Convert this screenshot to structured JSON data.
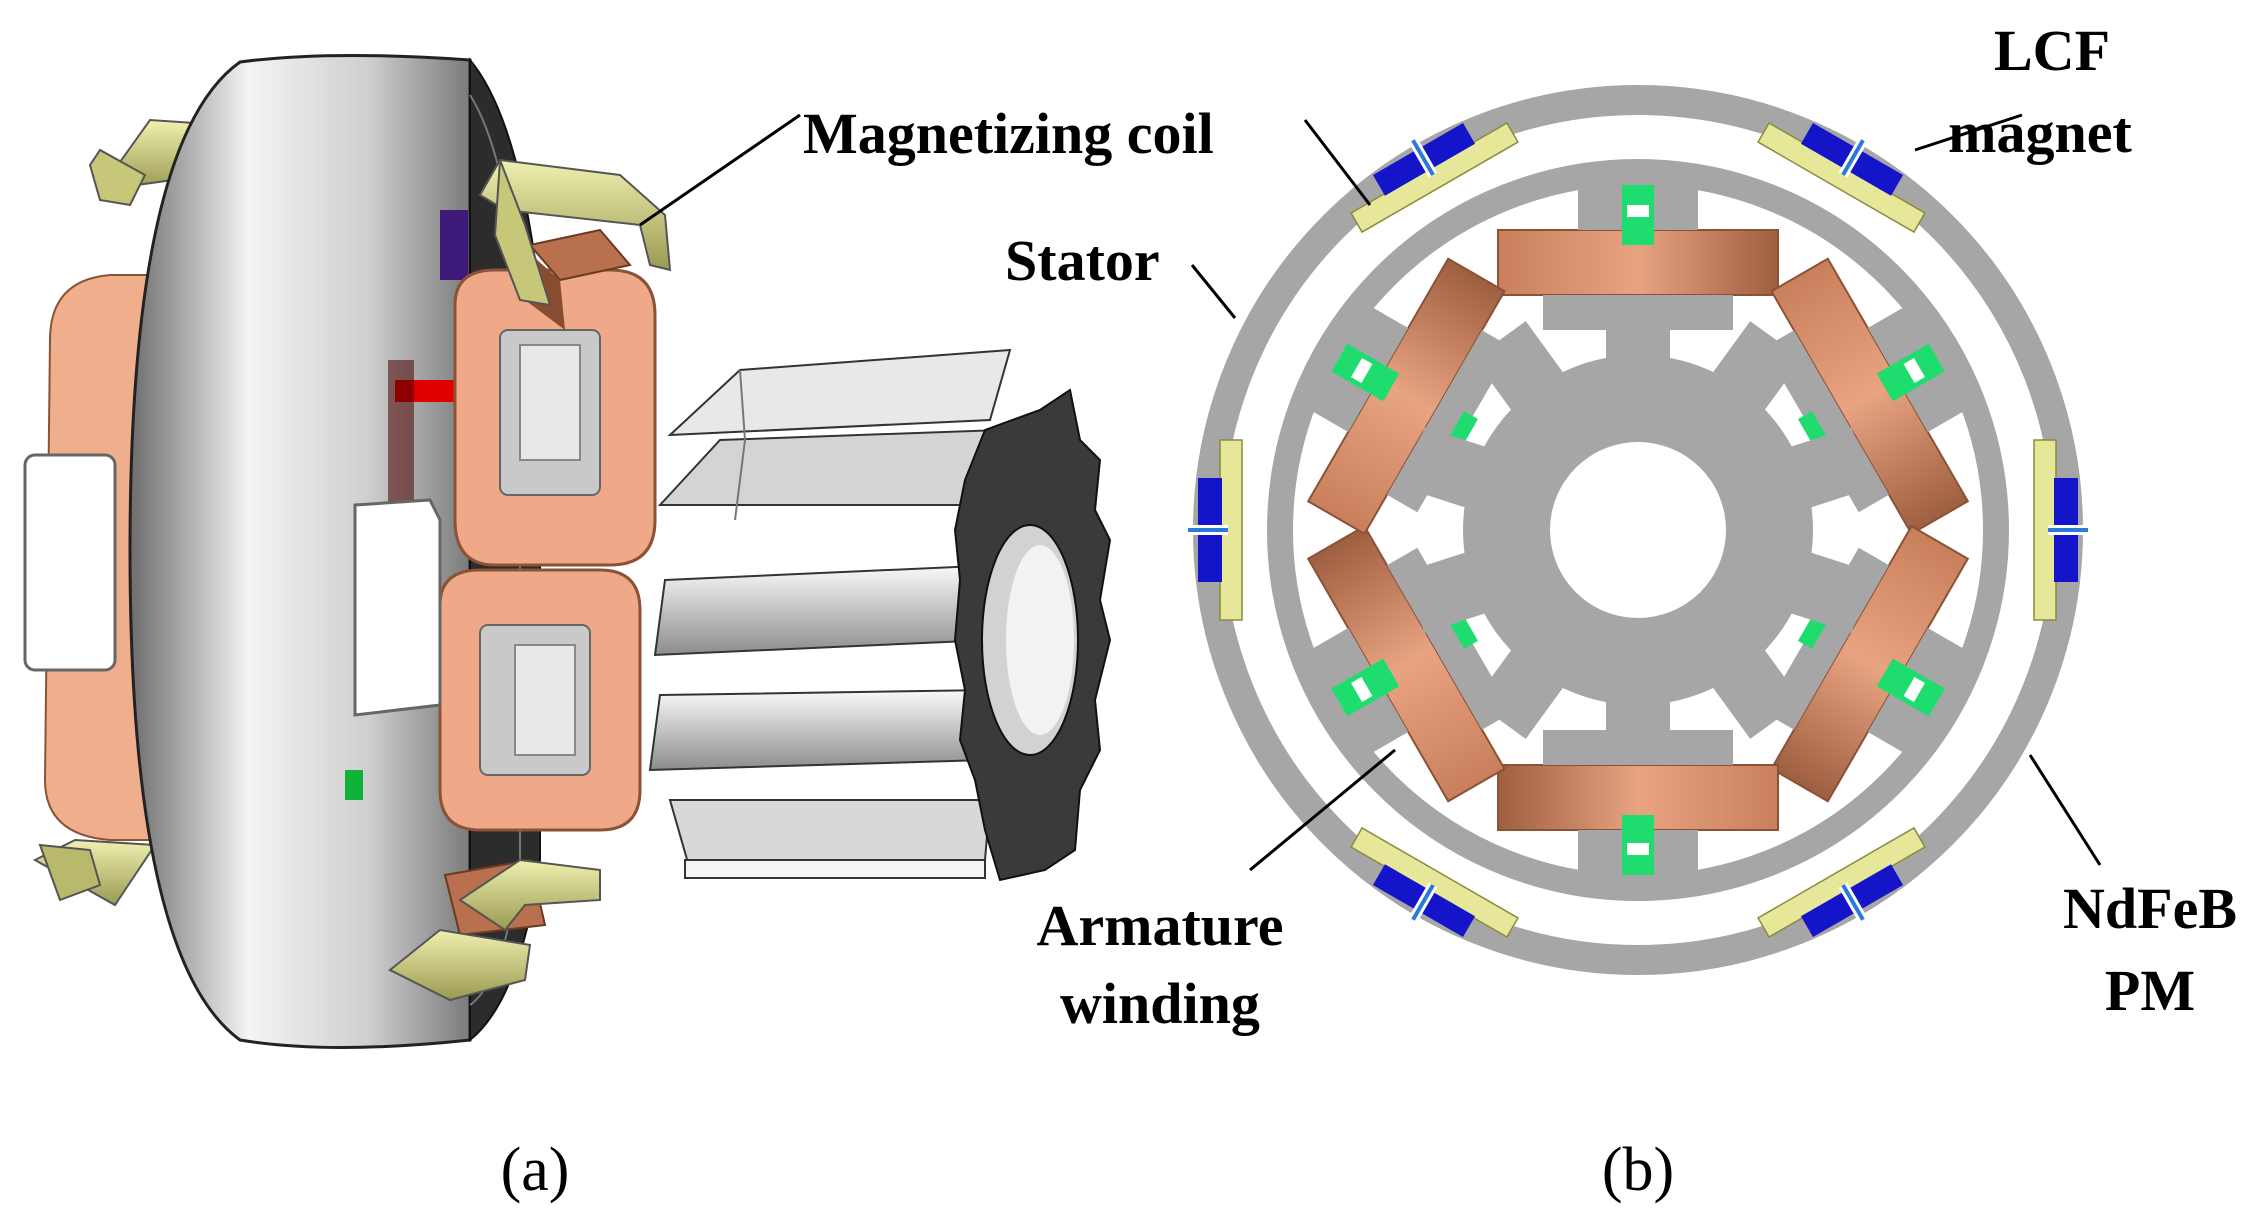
{
  "labels": {
    "magnetizing_coil": "Magnetizing coil",
    "stator": "Stator",
    "lcf_line1": "LCF",
    "lcf_line2": "magnet",
    "armature_line1": "Armature",
    "armature_line2": "winding",
    "ndfeb_line1": "NdFeB",
    "ndfeb_line2": "PM"
  },
  "captions": {
    "a": "(a)",
    "b": "(b)"
  },
  "colors": {
    "steel": "#a6a6a6",
    "copper": "#d9916b",
    "ndfeb": "#1fdc6e",
    "lcf": "#1414c8",
    "coil": "#e7e79a",
    "rotor_dark": "#3a3a3a"
  }
}
